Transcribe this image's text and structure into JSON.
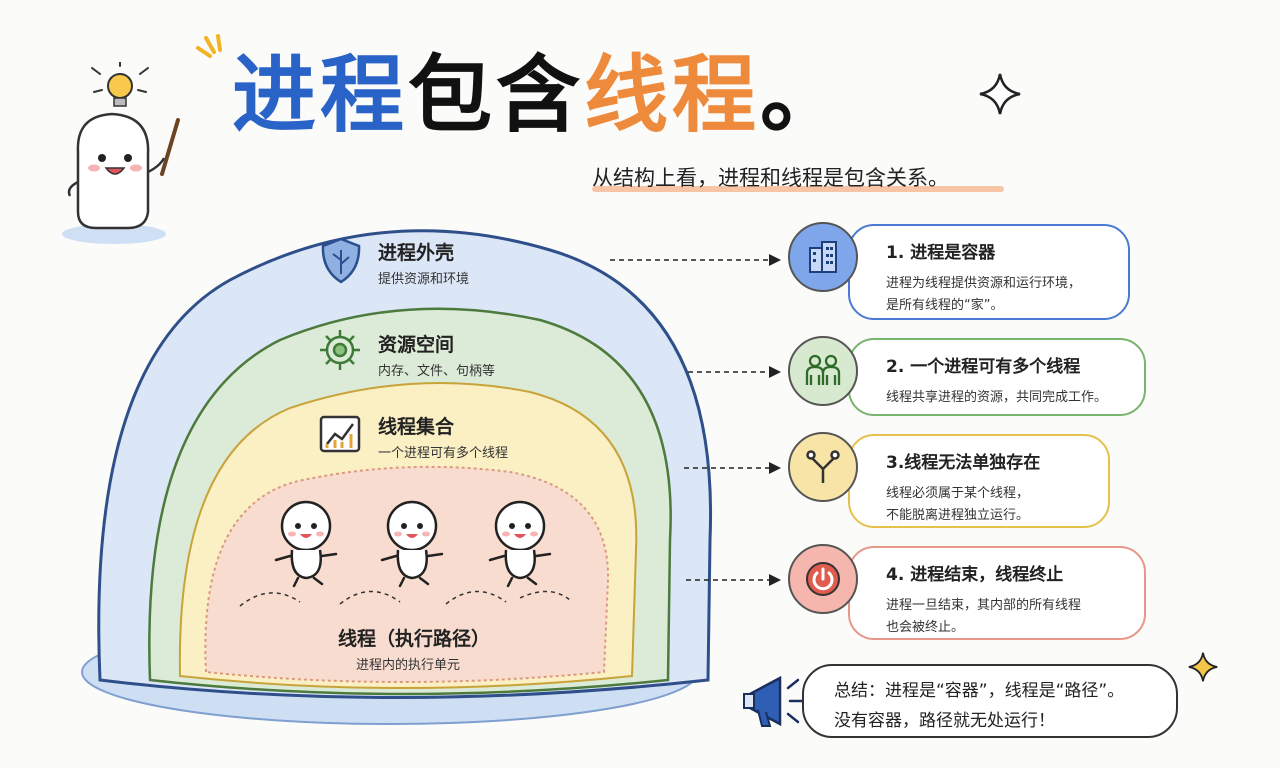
{
  "title": {
    "part1": "进程",
    "part2": "包含",
    "part3": "线程",
    "period": "。"
  },
  "subtitle": "从结构上看，进程和线程是包含关系。",
  "layers": [
    {
      "label": "进程外壳",
      "desc": "提供资源和环境"
    },
    {
      "label": "资源空间",
      "desc": "内存、文件、句柄等"
    },
    {
      "label": "线程集合",
      "desc": "一个进程可有多个线程"
    },
    {
      "label": "线程（执行路径）",
      "desc": "进程内的执行单元"
    }
  ],
  "cards": [
    {
      "title": "1. 进程是容器",
      "lines": [
        "进程为线程提供资源和运行环境，",
        "是所有线程的“家”。"
      ],
      "icon": "building-icon"
    },
    {
      "title": "2. 一个进程可有多个线程",
      "lines": [
        "线程共享进程的资源，共同完成工作。"
      ],
      "icon": "people-icon"
    },
    {
      "title": "3.线程无法单独存在",
      "lines": [
        "线程必须属于某个线程，",
        "不能脱离进程独立运行。"
      ],
      "icon": "branch-icon"
    },
    {
      "title": "4. 进程结束，线程终止",
      "lines": [
        "进程一旦结束，其内部的所有线程",
        "也会被终止。"
      ],
      "icon": "power-icon"
    }
  ],
  "summary": {
    "line1": "总结：进程是“容器”，线程是“路径”。",
    "line2": "没有容器，路径就无处运行！"
  },
  "colors": {
    "blue": "#2a63c8",
    "black": "#111111",
    "orange": "#ee8a3c",
    "shell": "#dbe6f6",
    "resource": "#dcebd7",
    "threads": "#fbefc4",
    "inner": "#f9dcd0"
  }
}
